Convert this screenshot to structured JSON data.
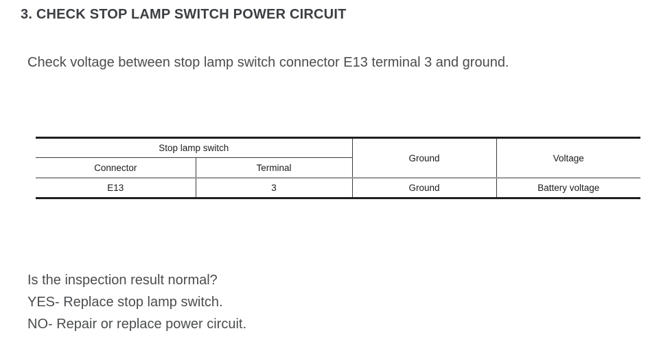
{
  "heading": "3. CHECK STOP LAMP SWITCH POWER CIRCUIT",
  "instruction": "Check voltage between stop lamp switch connector E13 terminal 3 and ground.",
  "table": {
    "group_header": "Stop lamp switch",
    "columns": [
      "Connector",
      "Terminal",
      "Ground",
      "Voltage"
    ],
    "rows": [
      [
        "E13",
        "3",
        "Ground",
        "Battery voltage"
      ]
    ]
  },
  "result": {
    "question": "Is the inspection result normal?",
    "yes": "YES- Replace stop lamp switch.",
    "no": "NO- Repair or replace power circuit."
  },
  "colors": {
    "background": "#ffffff",
    "heading_text": "#3b3e42",
    "body_text": "#4a4c4e",
    "table_text": "#1a1a1a",
    "table_border_thick": "#1f1f1f",
    "table_border_thin": "#3a3a3a",
    "table_border_gray": "#979797"
  }
}
